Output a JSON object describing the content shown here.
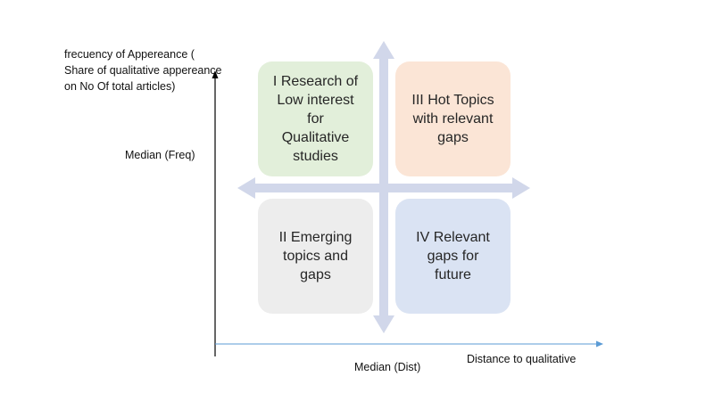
{
  "axis": {
    "y_title": "frecuency of Appereance ( Share of qualitative appereance on No Of total articles)",
    "median_freq": "Median (Freq)",
    "median_dist": "Median (Dist)",
    "x_title": "Distance to qualitative"
  },
  "quadrants": {
    "q1": {
      "label": "I Research of\nLow interest\nfor\nQualitative\nstudies",
      "color": "#e2efda"
    },
    "q2": {
      "label": "II Emerging\ntopics and\ngaps",
      "color": "#ededed"
    },
    "q3": {
      "label": "III Hot Topics\nwith relevant\ngaps",
      "color": "#fbe5d6"
    },
    "q4": {
      "label": "IV Relevant\ngaps for\nfuture",
      "color": "#dae3f3"
    }
  },
  "colors": {
    "cross_arrow": "#d1d7ea",
    "x_axis_line": "#5b9bd5",
    "y_axis_line": "#000000"
  }
}
